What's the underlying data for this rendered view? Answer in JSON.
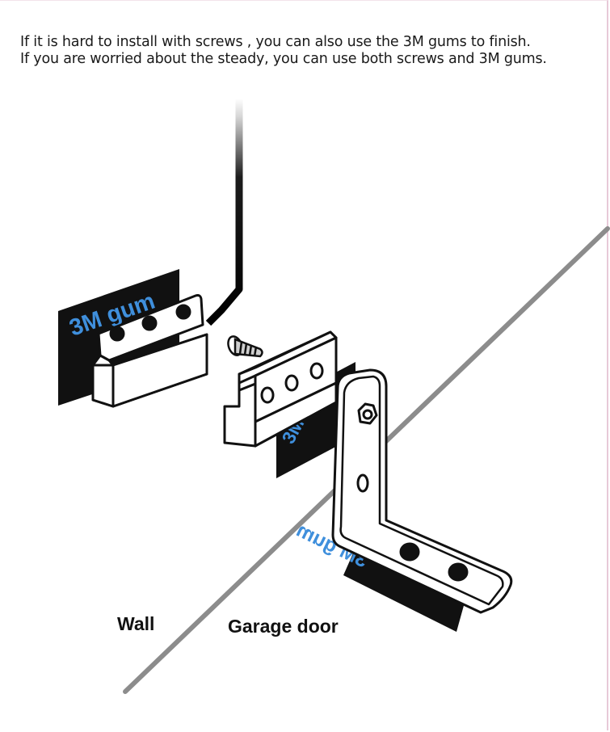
{
  "instructions": {
    "line1": "If it is hard to install with screws , you can also use the 3M gums to finish.",
    "line2": "If you are worried about the steady, you can use both screws and 3M gums."
  },
  "labels": {
    "wall": "Wall",
    "garage_door": "Garage door"
  },
  "gum_labels": {
    "left": "3M gum",
    "middle": "3M gu",
    "bracket": "3M gum"
  },
  "colors": {
    "gum_text": "#3f8fdc",
    "gum_pad": "#111111",
    "divider_line": "#8c8c8c",
    "frame_border": "#e7c9d8"
  }
}
